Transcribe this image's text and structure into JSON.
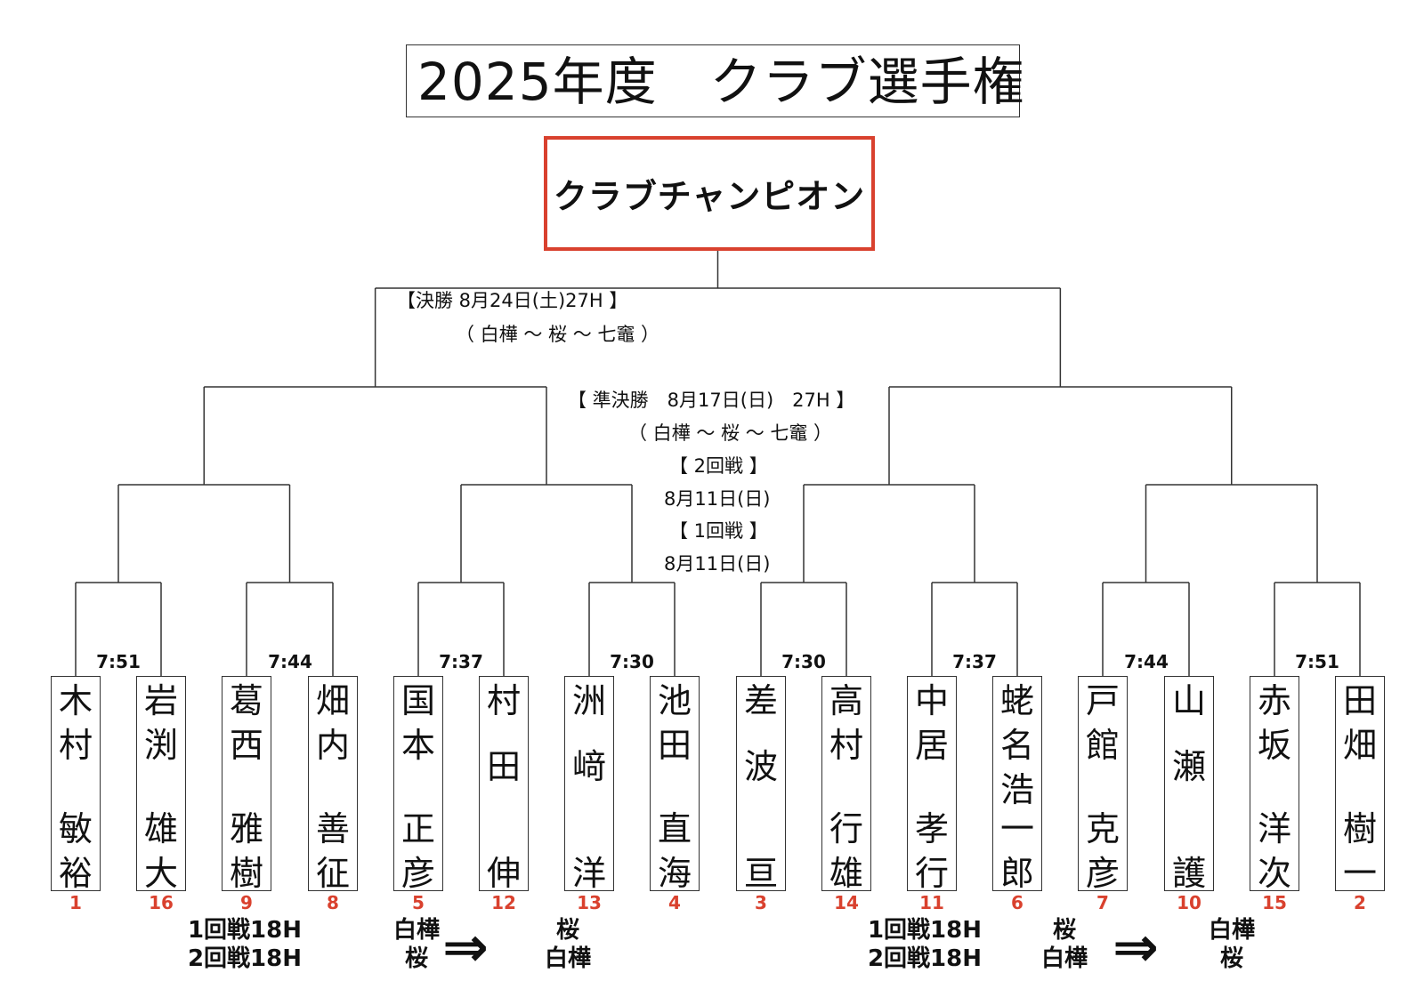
{
  "title": "2025年度　クラブ選手権",
  "champion": "クラブチャンピオン",
  "info": {
    "final_line1": "【決勝 8月24日(土)27H 】",
    "final_line2": "（ 白樺 〜 桜 〜 七竈 ）",
    "semi_line1": "【 準決勝　8月17日(日)　27H 】",
    "semi_line2": "（ 白樺 〜 桜 〜 七竈 ）",
    "r2_label": "【 2回戦 】",
    "r2_date": "8月11日(日)",
    "r1_label": "【 1回戦 】",
    "r1_date": "8月11日(日)"
  },
  "tee_times": [
    "7:51",
    "7:44",
    "7:37",
    "7:30",
    "7:30",
    "7:37",
    "7:44",
    "7:51"
  ],
  "players": [
    {
      "seed": "1",
      "chars": [
        "木",
        "村",
        "",
        "敏",
        "裕"
      ]
    },
    {
      "seed": "16",
      "chars": [
        "岩",
        "渕",
        "",
        "雄",
        "大"
      ]
    },
    {
      "seed": "9",
      "chars": [
        "葛",
        "西",
        "",
        "雅",
        "樹"
      ]
    },
    {
      "seed": "8",
      "chars": [
        "畑",
        "内",
        "",
        "善",
        "征"
      ]
    },
    {
      "seed": "5",
      "chars": [
        "国",
        "本",
        "",
        "正",
        "彦"
      ]
    },
    {
      "seed": "12",
      "chars": [
        "村",
        "田",
        "伸"
      ]
    },
    {
      "seed": "13",
      "chars": [
        "洲",
        "﨑",
        "洋"
      ]
    },
    {
      "seed": "4",
      "chars": [
        "池",
        "田",
        "",
        "直",
        "海"
      ]
    },
    {
      "seed": "3",
      "chars": [
        "差",
        "波",
        "亘"
      ]
    },
    {
      "seed": "14",
      "chars": [
        "高",
        "村",
        "",
        "行",
        "雄"
      ]
    },
    {
      "seed": "11",
      "chars": [
        "中",
        "居",
        "",
        "孝",
        "行"
      ]
    },
    {
      "seed": "6",
      "chars": [
        "蛯",
        "名",
        "浩",
        "一",
        "郎"
      ]
    },
    {
      "seed": "7",
      "chars": [
        "戸",
        "館",
        "",
        "克",
        "彦"
      ]
    },
    {
      "seed": "10",
      "chars": [
        "山",
        "瀬",
        "護"
      ]
    },
    {
      "seed": "15",
      "chars": [
        "赤",
        "坂",
        "",
        "洋",
        "次"
      ]
    },
    {
      "seed": "2",
      "chars": [
        "田",
        "畑",
        "",
        "樹",
        "一"
      ]
    }
  ],
  "notes": {
    "left": {
      "rounds": [
        "1回戦18H",
        "2回戦18H"
      ],
      "from": [
        "白樺",
        "桜"
      ],
      "to": [
        "桜",
        "白樺"
      ]
    },
    "right": {
      "rounds": [
        "1回戦18H",
        "2回戦18H"
      ],
      "from": [
        "桜",
        "白樺"
      ],
      "to": [
        "白樺",
        "桜"
      ]
    },
    "arrow": "⇒"
  },
  "colors": {
    "accent_red": "#d9412e",
    "line": "#333333"
  }
}
